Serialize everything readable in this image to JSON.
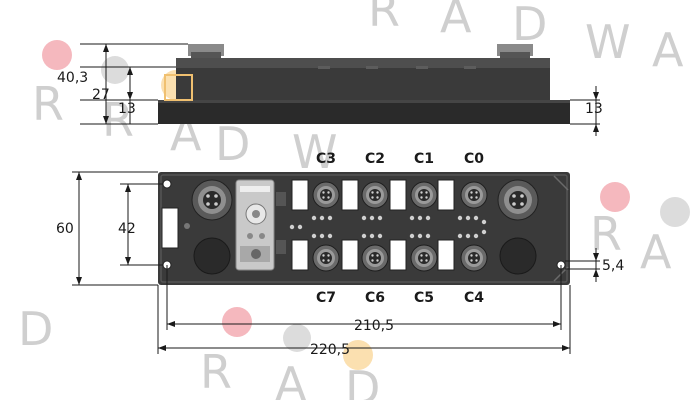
{
  "dimensions": {
    "total_height": "40,3",
    "body_height": "27",
    "base_height_left": "13",
    "base_height_right": "13",
    "front_height": "60",
    "hole_spacing_vertical": "42",
    "hole_spacing_horizontal": "210,5",
    "total_length": "220,5",
    "hole_diameter": "5,4"
  },
  "ports_top": [
    "C3",
    "C2",
    "C1",
    "C0"
  ],
  "ports_bottom": [
    "C7",
    "C6",
    "C5",
    "C4"
  ],
  "watermark": [
    "R",
    "A",
    "D",
    "W",
    "A",
    "R",
    "R",
    "A",
    "D",
    "W",
    "A",
    "R",
    "A",
    "D",
    "R",
    "A",
    "D"
  ],
  "colors": {
    "housing": "#3a3a3a",
    "housing_dark": "#262626",
    "housing_light": "#5a5a5a",
    "connector": "#7a7a7a",
    "watermark_red": "#f5b8be",
    "watermark_gray": "#d8d8d8",
    "watermark_yellow": "#fbe3b3"
  }
}
